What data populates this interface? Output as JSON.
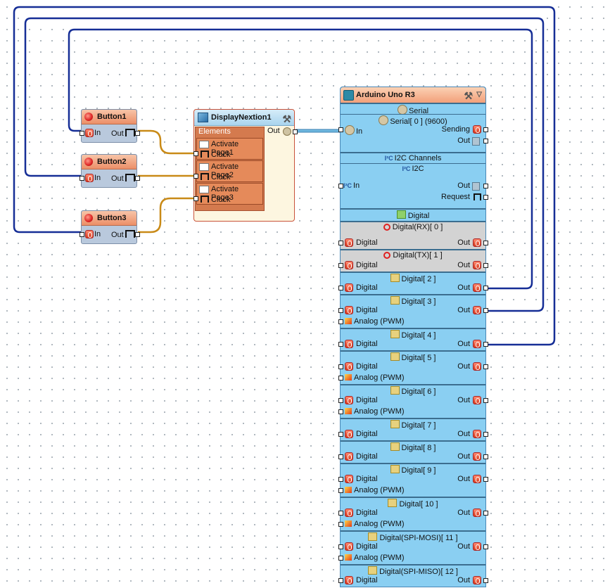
{
  "colors": {
    "wire_blue": "#162e96",
    "wire_orange": "#c98a17",
    "wire_cyan": "#6fb8df",
    "component_bg": "#8acff2",
    "button_bg": "#b9c9dd"
  },
  "buttons": [
    {
      "title": "Button1",
      "in": "In",
      "out": "Out"
    },
    {
      "title": "Button2",
      "in": "In",
      "out": "Out"
    },
    {
      "title": "Button3",
      "in": "In",
      "out": "Out"
    }
  ],
  "display": {
    "title": "DisplayNextion1",
    "elements_label": "Elements",
    "out": "Out",
    "items": [
      {
        "action": "Activate Page1",
        "clock": "Clock"
      },
      {
        "action": "Activate Page2",
        "clock": "Clock"
      },
      {
        "action": "Activate Page3",
        "clock": "Clock"
      }
    ]
  },
  "arduino": {
    "title": "Arduino Uno R3",
    "serial": {
      "title": "Serial",
      "channel": "Serial[ 0 ] (9600)",
      "in": "In",
      "sending": "Sending",
      "out": "Out"
    },
    "i2c": {
      "title": "I2C Channels",
      "channel": "I2C",
      "in": "In",
      "out": "Out",
      "request": "Request"
    },
    "digital_title": "Digital",
    "pins": [
      {
        "title": "Digital(RX)[ 0 ]",
        "input": "Digital",
        "output": "Out"
      },
      {
        "title": "Digital(TX)[ 1 ]",
        "input": "Digital",
        "output": "Out"
      },
      {
        "title": "Digital[ 2 ]",
        "input": "Digital",
        "output": "Out"
      },
      {
        "title": "Digital[ 3 ]",
        "input": "Digital",
        "output": "Out",
        "analog": "Analog (PWM)"
      },
      {
        "title": "Digital[ 4 ]",
        "input": "Digital",
        "output": "Out"
      },
      {
        "title": "Digital[ 5 ]",
        "input": "Digital",
        "output": "Out",
        "analog": "Analog (PWM)"
      },
      {
        "title": "Digital[ 6 ]",
        "input": "Digital",
        "output": "Out",
        "analog": "Analog (PWM)"
      },
      {
        "title": "Digital[ 7 ]",
        "input": "Digital",
        "output": "Out"
      },
      {
        "title": "Digital[ 8 ]",
        "input": "Digital",
        "output": "Out"
      },
      {
        "title": "Digital[ 9 ]",
        "input": "Digital",
        "output": "Out",
        "analog": "Analog (PWM)"
      },
      {
        "title": "Digital[ 10 ]",
        "input": "Digital",
        "output": "Out",
        "analog": "Analog (PWM)"
      },
      {
        "title": "Digital(SPI-MOSI)[ 11 ]",
        "input": "Digital",
        "output": "Out",
        "analog": "Analog (PWM)"
      },
      {
        "title": "Digital(SPI-MISO)[ 12 ]",
        "input": "Digital",
        "output": "Out"
      }
    ]
  }
}
